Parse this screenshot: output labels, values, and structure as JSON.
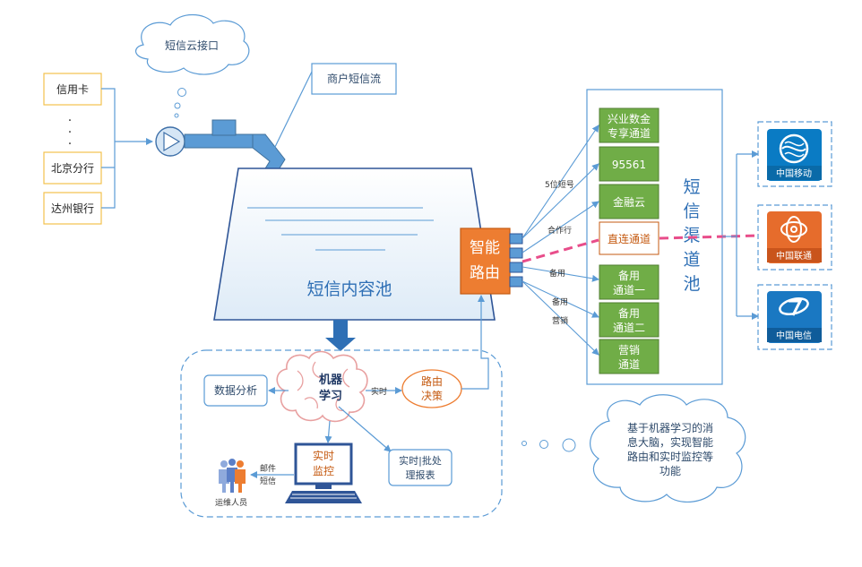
{
  "cloud_top": "短信云接口",
  "banks": [
    "信用卡",
    "北京分行",
    "达州银行"
  ],
  "bank_ellipsis": ".",
  "merchant_flow": "商户短信流",
  "content_pool": "短信内容池",
  "smart_router": {
    "line1": "智能",
    "line2": "路由"
  },
  "channel_pool_title": [
    "短",
    "信",
    "渠",
    "道",
    "池"
  ],
  "channels": {
    "xingye": [
      "兴业数金",
      "专享通道"
    ],
    "c95561": "95561",
    "jinrongyun": "金融云",
    "zhilian": "直连通道",
    "backup1": [
      "备用",
      "通道一"
    ],
    "backup2": [
      "备用",
      "通道二"
    ],
    "marketing": [
      "营销",
      "通道"
    ]
  },
  "route_labels": {
    "short5": "5位短号",
    "coop": "合作行",
    "backup_a": "备用",
    "backup_b": "备用",
    "marketing": "营销"
  },
  "carriers": [
    "中国移动",
    "中国联通",
    "中国电信"
  ],
  "ml": {
    "brain": [
      "机器",
      "学习"
    ],
    "data_analysis": "数据分析",
    "realtime_label": "实时",
    "route_decision": [
      "路由",
      "决策"
    ],
    "monitor": [
      "实时",
      "监控"
    ],
    "report": [
      "实时|批处",
      "理报表"
    ],
    "mail_sms": [
      "邮件",
      "短信"
    ],
    "ops_staff": "运维人员"
  },
  "cloud_right": [
    "基于机器学习的消",
    "息大脑，实现智能",
    "路由和实时监控等",
    "功能"
  ],
  "colors": {
    "blue": "#5b9bd5",
    "green": "#70ad47",
    "orange": "#ed7d31",
    "pink": "#e84d8a",
    "yellow_border": "#f2c14e",
    "cmcc": "#0a7bc4",
    "unicom": "#e66c2c",
    "telecom": "#1a78c2"
  }
}
